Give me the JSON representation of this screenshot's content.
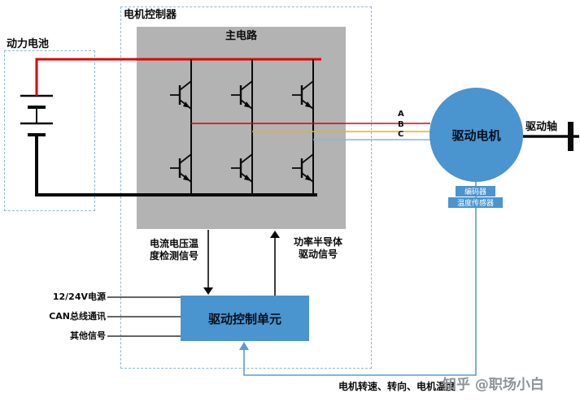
{
  "diagram": {
    "controller_label": "电机控制器",
    "battery_label": "动力电池",
    "main_circuit_label": "主电路",
    "motor_label": "驱动电机",
    "shaft_label": "驱动轴",
    "encoder_label": "编码器",
    "temp_sensor_label": "温度传感器",
    "control_unit_label": "驱动控制单元",
    "phase_a_label": "A",
    "phase_b_label": "B",
    "phase_c_label": "C",
    "detect_signal_line1": "电流电压温",
    "detect_signal_line2": "度检测信号",
    "drive_signal_line1": "功率半导体",
    "drive_signal_line2": "驱动信号",
    "input_power_label": "12/24V电源",
    "input_can_label": "CAN总线通讯",
    "input_other_label": "其他信号",
    "feedback_label": "电机转速、转向、电机温度",
    "watermark": "知乎 @职场小白",
    "colors": {
      "positive_wire": "#e00000",
      "negative_wire": "#0a0a0a",
      "phase_a": "#e00000",
      "phase_b": "#e3b41f",
      "phase_c": "#8ab4d8",
      "block_fill": "#4a94cf",
      "main_circuit_fill": "#b3b3b3",
      "feedback_line": "#5b9bd5"
    }
  }
}
